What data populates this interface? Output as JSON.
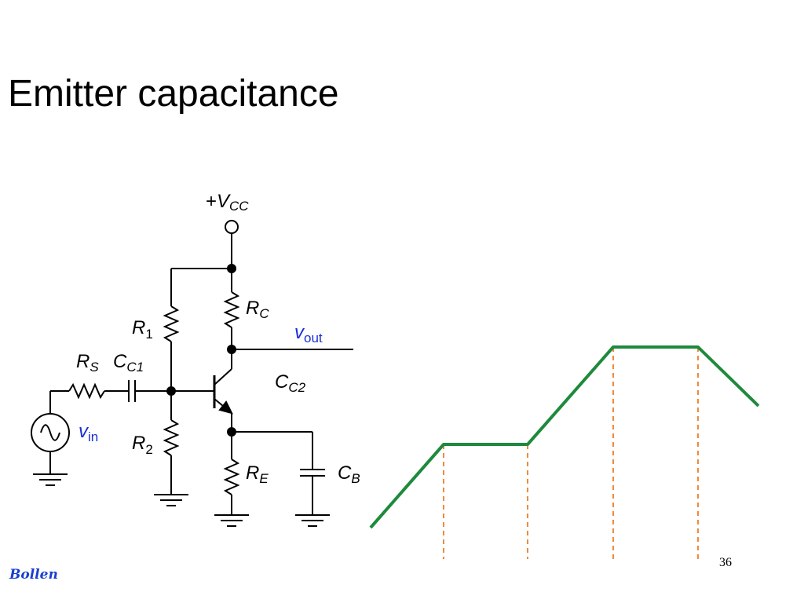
{
  "slide": {
    "title": "Emitter capacitance",
    "page_number": "36",
    "author": "Bollen"
  },
  "circuit": {
    "vcc_prefix": "+",
    "vcc_main": "V",
    "vcc_sub": "CC",
    "rc_main": "R",
    "rc_sub": "C",
    "vout_main": "v",
    "vout_sub": "out",
    "r1_main": "R",
    "r1_sub": "1",
    "rs_main": "R",
    "rs_sub": "S",
    "cc1_main": "C",
    "cc1_sub": "C1",
    "cc2_main": "C",
    "cc2_sub": "C2",
    "vin_main": "v",
    "vin_sub": "in",
    "r2_main": "R",
    "r2_sub": "2",
    "re_main": "R",
    "re_sub": "E",
    "cb_main": "C",
    "cb_sub": "B",
    "label_color_black": "#000000",
    "label_color_blue": "#1b2fd6"
  },
  "response_plot": {
    "line_color": "#1e8a3c",
    "marker_color": "#f08a3c"
  }
}
